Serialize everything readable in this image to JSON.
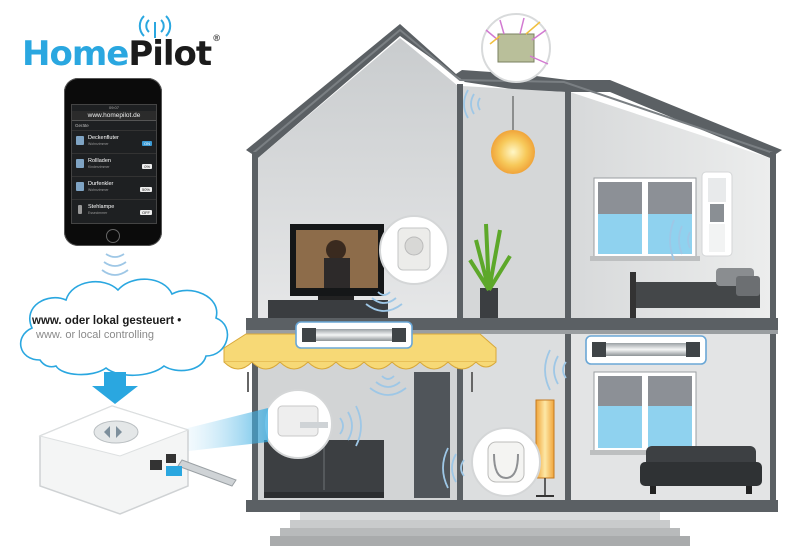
{
  "brand": {
    "home": "Home",
    "pilot": "Pilot",
    "reg": "®"
  },
  "phone": {
    "url": "www.homepilot.de",
    "status": "09:07",
    "section": "Geräte",
    "devices": [
      {
        "name": "Deckenfluter",
        "sub": "Wohnzimmer",
        "value": "ON"
      },
      {
        "name": "Rollladen",
        "sub": "Kinderzimmer",
        "value": "0%"
      },
      {
        "name": "Durfenkler",
        "sub": "Wohnzimmer",
        "value": "50%"
      },
      {
        "name": "Stehlampe",
        "sub": "Essecimmer",
        "value": "OFF"
      }
    ]
  },
  "cloud": {
    "line1": "www. oder lokal gesteuert •",
    "line2": "www. or local controlling"
  },
  "colors": {
    "accent_blue": "#2aa7e0",
    "wave_blue": "#9ec7e6",
    "awning_yellow": "#f7d976",
    "lamp_orange": "#f3a23a"
  }
}
